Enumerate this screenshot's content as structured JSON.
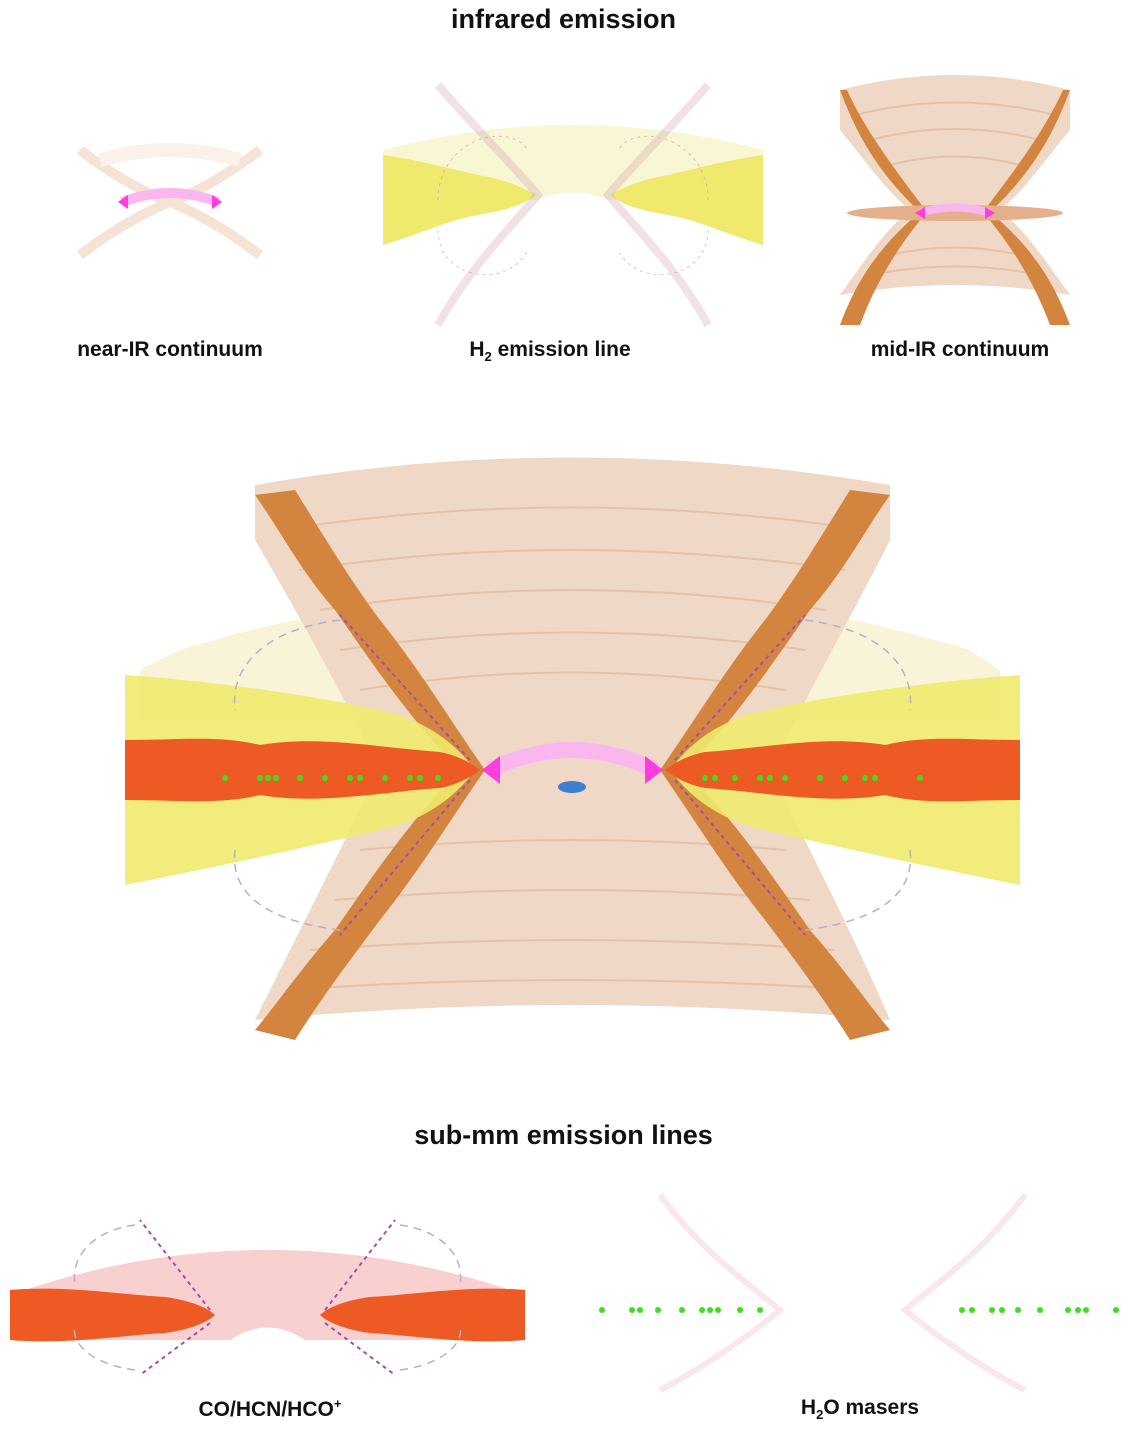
{
  "headings": {
    "infrared": "infrared emission",
    "submm": "sub-mm emission lines"
  },
  "labels": {
    "near_ir": "near-IR continuum",
    "h2_prefix": "H",
    "h2_sub": "2",
    "h2_suffix": " emission line",
    "mid_ir": "mid-IR continuum",
    "co_prefix": "CO/HCN/HCO",
    "co_sup": "+",
    "h2o_prefix": "H",
    "h2o_sub": "2",
    "h2o_suffix": "O masers"
  },
  "colors": {
    "torus_fill": "#f0d8c6",
    "torus_band": "#e4c2a7",
    "cone_wall": "#d3843f",
    "hot_dust": "#f9b7ee",
    "hot_dust_edge": "#ff3ddc",
    "h2_layer": "#efea6e",
    "molecular_layer": "#ee5a24",
    "molecular_clumps": "#e94e2b",
    "masers": "#3de01a",
    "outflow_arrows": "#a74bb0",
    "return_arrows": "#b8b0c8",
    "black_hole": "#3b7fd0"
  }
}
